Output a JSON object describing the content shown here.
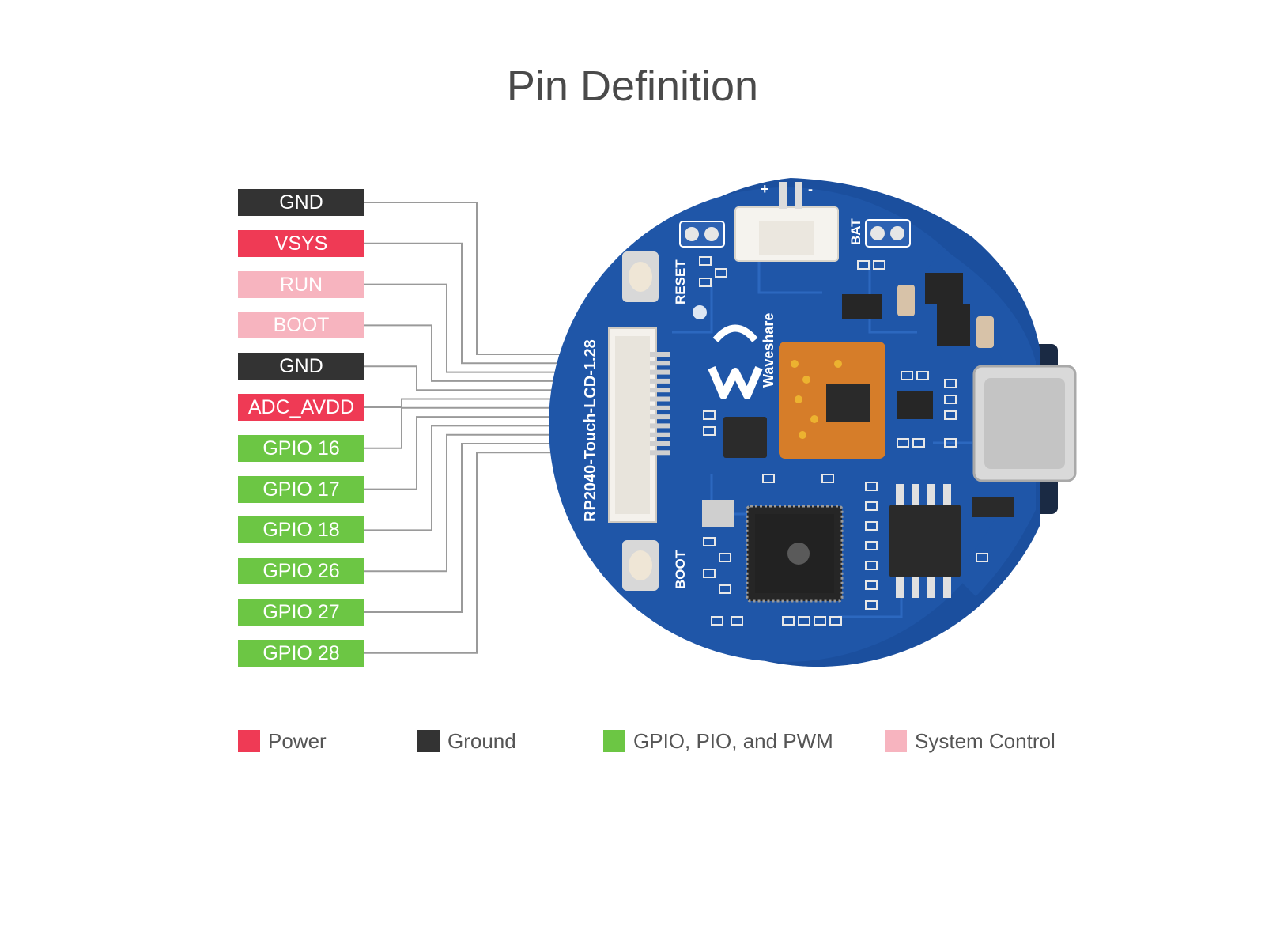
{
  "title": "Pin Definition",
  "colors": {
    "power": "#ef3a55",
    "ground": "#333333",
    "gpio": "#6cc644",
    "system": "#f7b4bf",
    "board": "#1f56a8",
    "wire": "#9a9a9a"
  },
  "pins": [
    {
      "label": "GND",
      "type": "ground"
    },
    {
      "label": "VSYS",
      "type": "power"
    },
    {
      "label": "RUN",
      "type": "system"
    },
    {
      "label": "BOOT",
      "type": "system"
    },
    {
      "label": "GND",
      "type": "ground"
    },
    {
      "label": "ADC_AVDD",
      "type": "power"
    },
    {
      "label": "GPIO 16",
      "type": "gpio"
    },
    {
      "label": "GPIO 17",
      "type": "gpio"
    },
    {
      "label": "GPIO 18",
      "type": "gpio"
    },
    {
      "label": "GPIO 26",
      "type": "gpio"
    },
    {
      "label": "GPIO 27",
      "type": "gpio"
    },
    {
      "label": "GPIO 28",
      "type": "gpio"
    }
  ],
  "legend": [
    {
      "label": "Power",
      "type": "power"
    },
    {
      "label": "Ground",
      "type": "ground"
    },
    {
      "label": "GPIO, PIO, and PWM",
      "type": "gpio"
    },
    {
      "label": "System Control",
      "type": "system"
    }
  ],
  "board": {
    "model": "RP2040-Touch-LCD-1.28",
    "brand": "Waveshare",
    "reset_label": "RESET",
    "boot_label": "BOOT",
    "bat_label": "BAT",
    "plus_label": "+",
    "minus_label": "-"
  }
}
